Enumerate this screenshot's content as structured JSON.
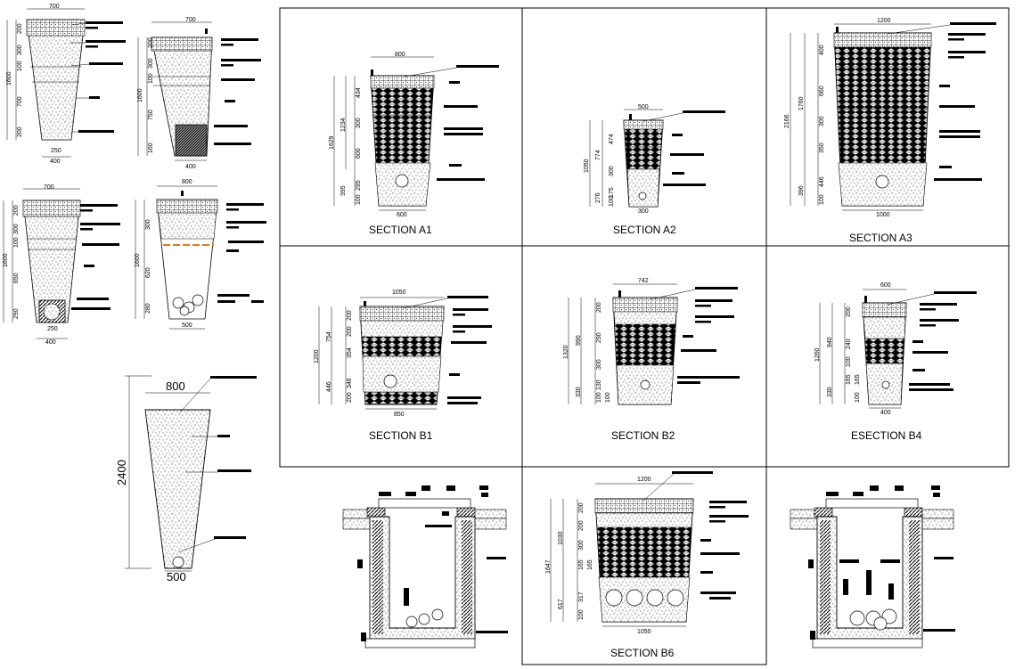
{
  "sections": [
    {
      "id": "A1",
      "title": "SECTION A1",
      "top": "800",
      "bottom": "600",
      "total": "1629",
      "d1": "1234",
      "d2": "395",
      "layers": [
        "434",
        "300",
        "600",
        "295",
        "100"
      ]
    },
    {
      "id": "A2",
      "title": "SECTION A2",
      "top": "500",
      "bottom": "300",
      "total": "1050",
      "d1": "774",
      "d2": "276",
      "layers": [
        "474",
        "300",
        "175",
        "100"
      ]
    },
    {
      "id": "A3",
      "title": "SECTION A3",
      "top": "1200",
      "bottom": "1000",
      "total": "2166",
      "d1": "1760",
      "d2": "396",
      "layers": [
        "400",
        "660",
        "300",
        "350",
        "446",
        "100"
      ]
    },
    {
      "id": "B1",
      "title": "SECTION B1",
      "top": "1050",
      "bottom": "850",
      "total": "1200",
      "d1": "754",
      "d2": "446",
      "layers": [
        "200",
        "200",
        "354",
        "346",
        "200"
      ]
    },
    {
      "id": "B2",
      "title": "SECTION B2",
      "top": "742",
      "bottom": "",
      "total": "1320",
      "d1": "990",
      "d2": "330",
      "layers": [
        "200",
        "290",
        "300",
        "130",
        "100",
        "100"
      ]
    },
    {
      "id": "B4",
      "title": "ESECTION B4",
      "top": "600",
      "bottom": "400",
      "total": "1260",
      "d1": "940",
      "d2": "330",
      "layers": [
        "200",
        "240",
        "100",
        "165",
        "165",
        "100"
      ]
    },
    {
      "id": "B6",
      "title": "SECTION B6",
      "top": "1200",
      "bottom": "1050",
      "total": "1647",
      "d1": "1030",
      "d2": "617",
      "layers": [
        "200",
        "200",
        "300",
        "165",
        "165",
        "317",
        "100"
      ]
    }
  ],
  "left_sections": [
    {
      "top": "700",
      "bottom": "400",
      "inner": "250",
      "total": "1600",
      "layers": [
        "200",
        "300",
        "100",
        "700",
        "200"
      ]
    },
    {
      "top": "700",
      "bottom": "400",
      "total": "1600",
      "layers": [
        "200",
        "300",
        "100",
        "750",
        "160"
      ]
    },
    {
      "top": "700",
      "bottom": "400",
      "inner": "250",
      "total": "1600",
      "layers": [
        "200",
        "300",
        "100",
        "650",
        "290"
      ]
    },
    {
      "top": "800",
      "bottom": "500",
      "total": "1600",
      "layers": [
        "300",
        "620",
        "280"
      ]
    }
  ],
  "large_section": {
    "top": "800",
    "bottom": "500",
    "height": "2400"
  }
}
